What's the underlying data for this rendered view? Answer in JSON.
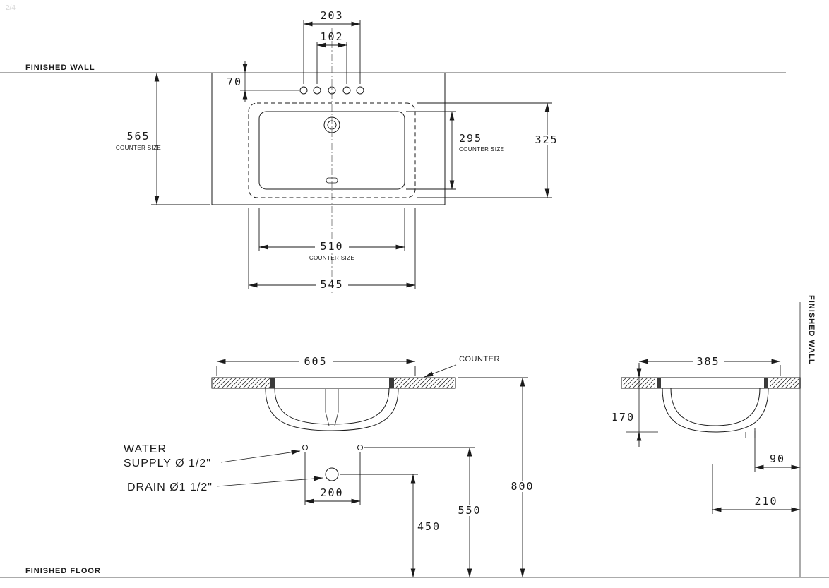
{
  "page": {
    "marker": "2/4"
  },
  "labels": {
    "finished_wall_top": "FINISHED WALL",
    "finished_wall_right": "FINISHED WALL",
    "finished_floor": "FINISHED FLOOR",
    "counter": "COUNTER",
    "water_supply_line1": "WATER",
    "water_supply_line2": "SUPPLY Ø 1/2\"",
    "drain": "DRAIN Ø1 1/2\""
  },
  "plan_view": {
    "dim_faucet_outer": "203",
    "dim_faucet_inner": "102",
    "dim_wall_to_holes": "70",
    "dim_counter_depth": "565",
    "dim_counter_depth_sub": "COUNTER SIZE",
    "dim_bowl_depth": "295",
    "dim_bowl_depth_sub": "COUNTER SIZE",
    "dim_rim_depth": "325",
    "dim_cutout_width": "510",
    "dim_cutout_width_sub": "COUNTER SIZE",
    "dim_rim_width": "545"
  },
  "front_view": {
    "dim_overall_width": "605",
    "dim_supply_spacing": "200",
    "dim_drain_height": "450",
    "dim_supply_height": "550",
    "dim_counter_height": "800"
  },
  "side_view": {
    "dim_overall_depth": "385",
    "dim_bowl_height": "170",
    "dim_wall_offset_90": "90",
    "dim_wall_offset_210": "210"
  }
}
